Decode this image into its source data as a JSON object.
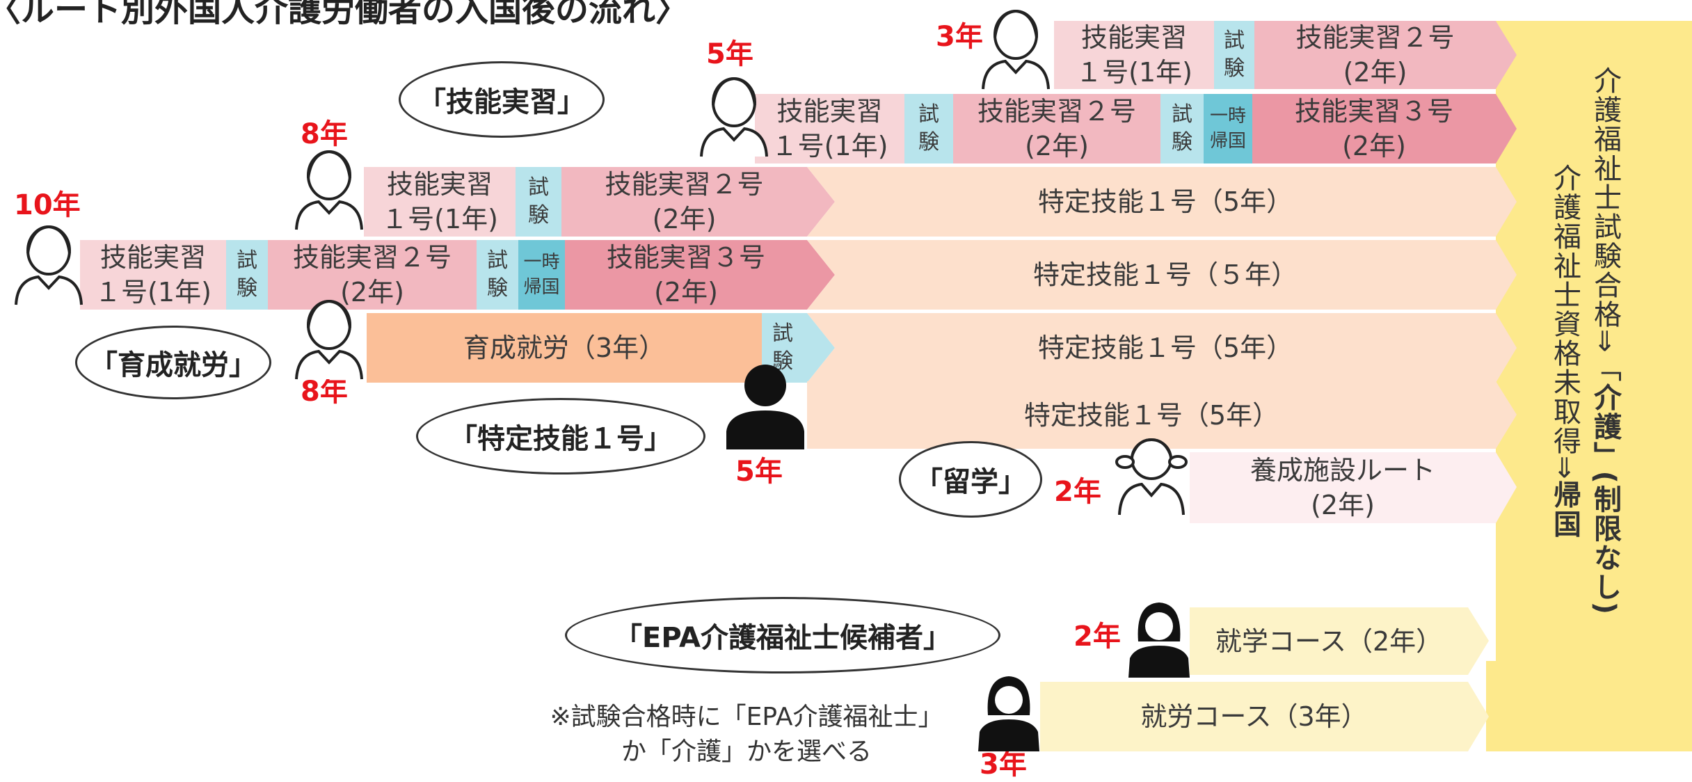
{
  "title": "〈ルート別外国人介護労働者の入国後の流れ〉",
  "routes": {
    "ginou": "「技能実習」",
    "ikusei": "「育成就労」",
    "tokutei": "「特定技能１号」",
    "ryugaku": "「留学」",
    "epa": "「EPA介護福祉士候補者」"
  },
  "years": {
    "y10": "10年",
    "y8a": "8年",
    "y5a": "5年",
    "y3a": "3年",
    "y8b": "8年",
    "y5b": "5年",
    "y2a": "2年",
    "y2b": "2年",
    "y3b": "3年"
  },
  "labels": {
    "gj1": "技能実習\n１号(1年)",
    "gj2": "技能実習２号\n(2年)",
    "gj3": "技能実習３号\n(2年)",
    "test": "試\n験",
    "return": "一時\n帰国",
    "tokutei_a": "特定技能１号（5年）",
    "tokutei_b": "特定技能１号（５年）",
    "ikusei": "育成就労（3年）",
    "yousei": "養成施設ルート\n(2年)",
    "shugaku": "就学コース（2年）",
    "shurou": "就労コース（3年）"
  },
  "note": "※試験合格時に「EPA介護福祉士」\nか「介護」かを選べる",
  "vertical": {
    "pass_a": "介護福祉士試験合格⇒「",
    "pass_b": "介護",
    "pass_c": "」(制限なし)",
    "fail_a": "介護福祉士資格未取得⇒",
    "fail_b": "帰国"
  },
  "colors": {
    "ginou1": "#f7d5d8",
    "ginou2": "#f2b8c0",
    "ginou3": "#eb97a4",
    "test": "#b8e4ec",
    "tokutei": "#fde0cc",
    "ikusei": "#fbbf98",
    "yousei": "#fdeef0",
    "epa": "#fdf3c8",
    "kaigo": "#fde98c",
    "accent": "#e8141b"
  }
}
